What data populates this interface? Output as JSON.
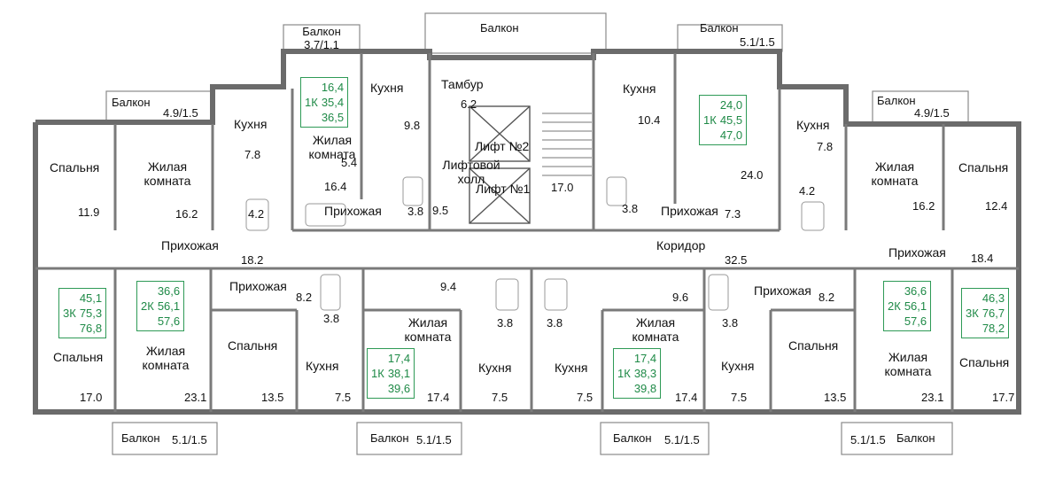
{
  "colors": {
    "wall": "#8a8a8a",
    "wall_dark": "#555555",
    "badge_border": "#2e9a56",
    "badge_text": "#1f8a47",
    "window": "#9fc3d9"
  },
  "balconies": [
    {
      "id": "b1",
      "label": "Балкон",
      "area": "3.7/1.1"
    },
    {
      "id": "b2",
      "label": "Балкон",
      "area": ""
    },
    {
      "id": "b3",
      "label": "Балкон",
      "area": "5.1/1.5"
    },
    {
      "id": "b4",
      "label": "Балкон",
      "area": "4.9/1.5"
    },
    {
      "id": "b5",
      "label": "Балкон",
      "area": "4.9/1.5"
    },
    {
      "id": "b6",
      "label": "Балкон",
      "area": "5.1/1.5"
    },
    {
      "id": "b7",
      "label": "Балкон",
      "area": "5.1/1.5"
    },
    {
      "id": "b8",
      "label": "Балкон",
      "area": "5.1/1.5"
    },
    {
      "id": "b9",
      "label": "Балкон",
      "area": "5.1/1.5"
    }
  ],
  "apartments": [
    {
      "id": "a1",
      "type": "1К",
      "living": "16,4",
      "total": "35,4",
      "with_balcony": "36,5"
    },
    {
      "id": "a2",
      "type": "1К",
      "living": "24,0",
      "total": "45,5",
      "with_balcony": "47,0"
    },
    {
      "id": "a3",
      "type": "3К",
      "living": "45,1",
      "total": "75,3",
      "with_balcony": "76,8"
    },
    {
      "id": "a4",
      "type": "2К",
      "living": "36,6",
      "total": "56,1",
      "with_balcony": "57,6"
    },
    {
      "id": "a5",
      "type": "1К",
      "living": "17,4",
      "total": "38,1",
      "with_balcony": "39,6"
    },
    {
      "id": "a6",
      "type": "1К",
      "living": "17,4",
      "total": "38,3",
      "with_balcony": "39,8"
    },
    {
      "id": "a7",
      "type": "2К",
      "living": "36,6",
      "total": "56,1",
      "with_balcony": "57,6"
    },
    {
      "id": "a8",
      "type": "3К",
      "living": "46,3",
      "total": "76,7",
      "with_balcony": "78,2"
    }
  ],
  "rooms": {
    "tambur": "Тамбур",
    "lift2": "Лифт №2",
    "lift1": "Лифт №1",
    "lift_hall": "Лифтовой холл",
    "corridor": "Коридор",
    "kitchen": "Кухня",
    "bedroom": "Спальня",
    "living": "Жилая комната",
    "hallway": "Прихожая"
  },
  "areas": {
    "tambur": "6.2",
    "lift_hall": "9.5",
    "stair": "17.0",
    "corridor": "32.5",
    "t_k1": "7.8",
    "t_k2": "9.8",
    "t_k3": "10.4",
    "t_k4": "7.8",
    "t_bed1": "11.9",
    "t_liv1": "16.2",
    "t_liv2": "16.4",
    "t_big": "24.0",
    "t_liv3": "16.2",
    "t_bed2": "12.4",
    "t_bath1": "4.2",
    "t_bath2": "5.4",
    "t_bath3": "3.8",
    "t_bath4": "3.8",
    "t_bath5": "4.2",
    "t_hall1": "18.2",
    "t_hall2": "7.3",
    "t_hall3": "18.4",
    "b_hall1": "8.2",
    "b_hall2": "9.4",
    "b_hall3": "9.6",
    "b_hall4": "8.2",
    "b_bath1": "3.8",
    "b_bath2": "3.8",
    "b_bath3": "3.8",
    "b_bath4": "3.8",
    "b_bed1": "17.0",
    "b_liv1": "23.1",
    "b_bed2": "13.5",
    "b_k1": "7.5",
    "b_liv2": "17.4",
    "b_k2": "7.5",
    "b_k3": "7.5",
    "b_liv3": "17.4",
    "b_k4": "7.5",
    "b_bed3": "13.5",
    "b_liv4": "23.1",
    "b_bed4": "17.7"
  }
}
